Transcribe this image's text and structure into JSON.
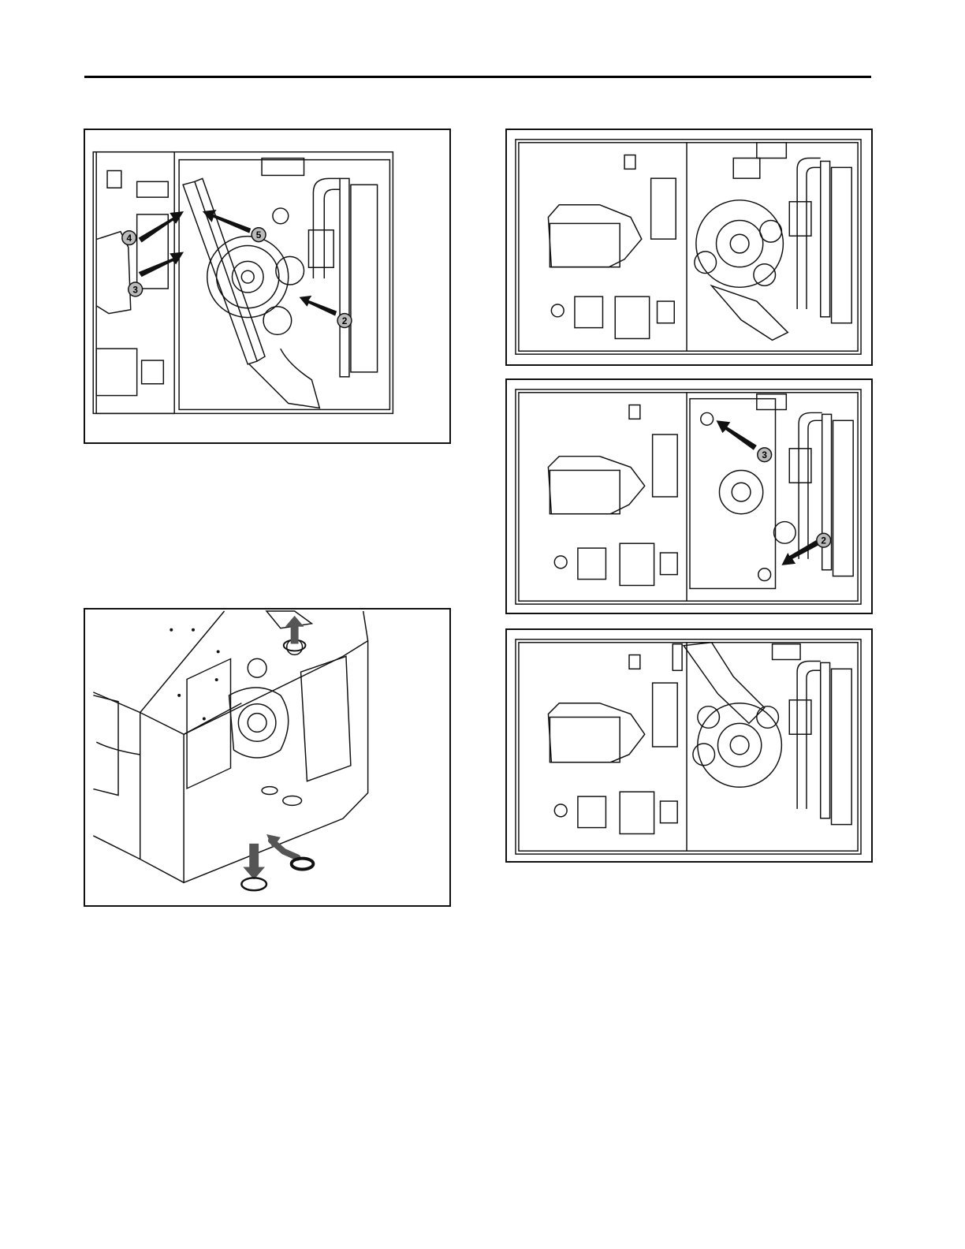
{
  "figures": {
    "fig_a": {
      "callouts": [
        "4",
        "5",
        "3",
        "2"
      ]
    },
    "fig_b": {
      "callouts": []
    },
    "fig_c": {
      "callouts": []
    },
    "fig_d": {
      "callouts": [
        "3",
        "2"
      ]
    },
    "fig_e": {
      "callouts": []
    }
  },
  "colors": {
    "line": "#111111",
    "arrow": "#111111",
    "callout_fill": "#bbbbbb",
    "panel_gray": "#dddddd"
  }
}
